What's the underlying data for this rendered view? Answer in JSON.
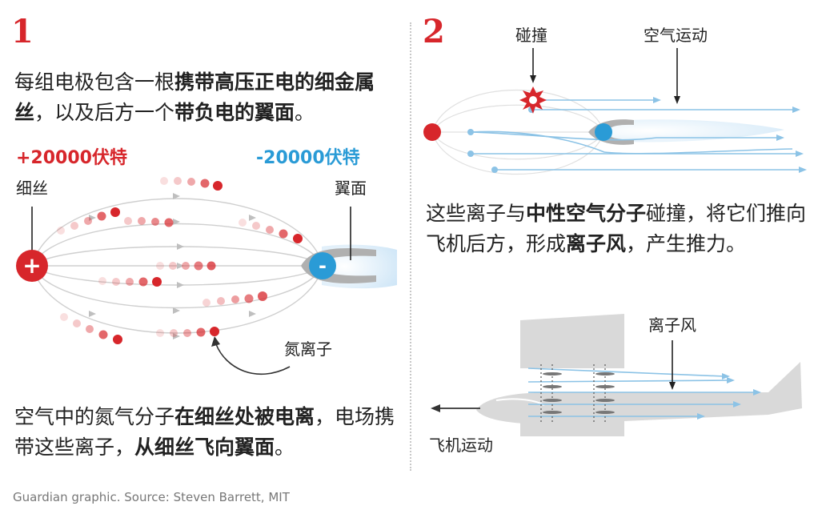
{
  "panel1": {
    "step": "1",
    "intro": {
      "p1": "每组电极包含一根",
      "b1": "携带高压正电的细金属丝",
      "p2": "，以及后方一个",
      "b2": "带负电的翼面",
      "p3": "。"
    },
    "positive_voltage": "+20000伏特",
    "negative_voltage": "-20000伏特",
    "wire_label": "细丝",
    "wing_label": "翼面",
    "ion_label": "氮离子",
    "positive_symbol": "+",
    "negative_symbol": "-",
    "outro": {
      "p1": "空气中的氮气分子",
      "b1": "在细丝处被电离",
      "p2": "，电场携带这些离子，",
      "b2": "从细丝飞向翼面",
      "p3": "。"
    }
  },
  "panel2": {
    "step": "2",
    "collision_label": "碰撞",
    "airflow_label": "空气运动",
    "text": {
      "p1": "这些离子与",
      "b1": "中性空气分子",
      "p2": "碰撞，将它们推向飞机后方，形成",
      "b2": "离子风",
      "p3": "，产生推力。"
    },
    "ion_wind_label": "离子风",
    "plane_motion_label": "飞机运动"
  },
  "footer": {
    "source": "Guardian graphic. Source: Steven Barrett, MIT"
  },
  "colors": {
    "accent_red": "#d7262b",
    "accent_blue": "#2a9bd6",
    "field_line": "#cccccc",
    "airflow": "#8cc3e6",
    "plane_gray": "#d9d9d9"
  }
}
